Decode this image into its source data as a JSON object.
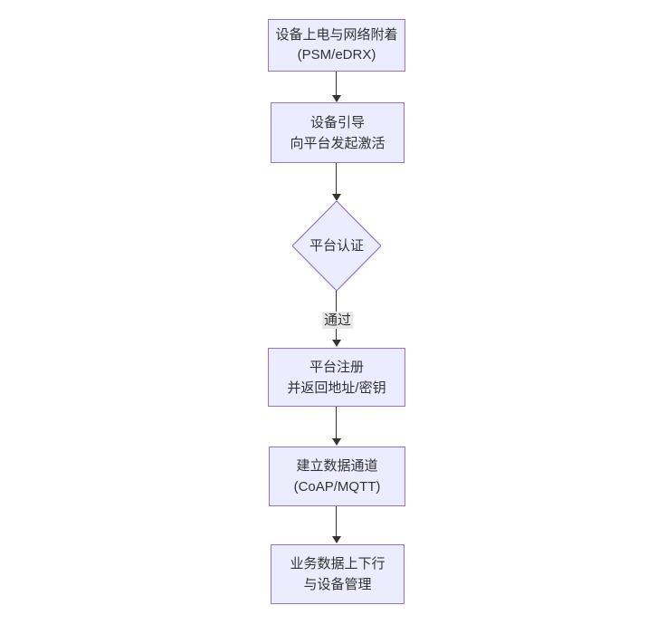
{
  "flowchart": {
    "type": "flowchart",
    "direction": "top-to-bottom",
    "colors": {
      "node_fill": "#ECECFF",
      "node_border": "#9370DB",
      "node_text": "#333333",
      "edge_line": "#333333",
      "edge_label_bg": "#E8E8E8",
      "canvas_bg": "#FFFFFF"
    },
    "nodes": [
      {
        "id": "power-attach",
        "shape": "rectangle",
        "lines": [
          "设备上电与网络附着",
          "(PSM/eDRX)"
        ]
      },
      {
        "id": "bootstrap",
        "shape": "rectangle",
        "lines": [
          "设备引导",
          "向平台发起激活"
        ]
      },
      {
        "id": "platform-auth",
        "shape": "diamond",
        "lines": [
          "平台认证"
        ]
      },
      {
        "id": "platform-register",
        "shape": "rectangle",
        "lines": [
          "平台注册",
          "并返回地址/密钥"
        ]
      },
      {
        "id": "data-channel",
        "shape": "rectangle",
        "lines": [
          "建立数据通道",
          "(CoAP/MQTT)"
        ]
      },
      {
        "id": "business-data",
        "shape": "rectangle",
        "lines": [
          "业务数据上下行",
          "与设备管理"
        ]
      }
    ],
    "edges": [
      {
        "from": "power-attach",
        "to": "bootstrap",
        "label": ""
      },
      {
        "from": "bootstrap",
        "to": "platform-auth",
        "label": ""
      },
      {
        "from": "platform-auth",
        "to": "platform-register",
        "label": "通过"
      },
      {
        "from": "platform-register",
        "to": "data-channel",
        "label": ""
      },
      {
        "from": "data-channel",
        "to": "business-data",
        "label": ""
      }
    ]
  }
}
